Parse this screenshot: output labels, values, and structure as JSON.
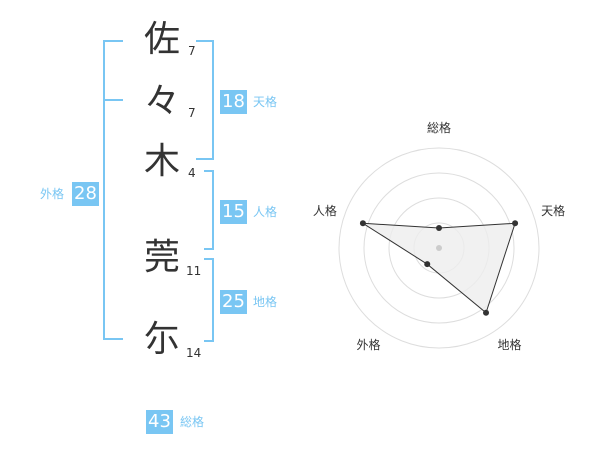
{
  "name_chars": [
    {
      "char": "佐",
      "strokes": "7"
    },
    {
      "char": "々",
      "strokes": "7"
    },
    {
      "char": "木",
      "strokes": "4"
    },
    {
      "char": "莞",
      "strokes": "11"
    },
    {
      "char": "尓",
      "strokes": "14"
    }
  ],
  "fortunes": {
    "tenkaku": {
      "label": "天格",
      "value": "18"
    },
    "jinkaku": {
      "label": "人格",
      "value": "15"
    },
    "chikaku": {
      "label": "地格",
      "value": "25"
    },
    "gaikaku": {
      "label": "外格",
      "value": "28"
    },
    "soukaku": {
      "label": "総格",
      "value": "43"
    }
  },
  "radar": {
    "axes": [
      "総格",
      "天格",
      "地格",
      "外格",
      "人格"
    ],
    "values": [
      1,
      4,
      4,
      1,
      4
    ],
    "max": 5,
    "rings": 4,
    "colors": {
      "accent": "#79c6f3",
      "ring": "#dddddd",
      "fill": "#eeeeee",
      "line": "#333333"
    }
  }
}
